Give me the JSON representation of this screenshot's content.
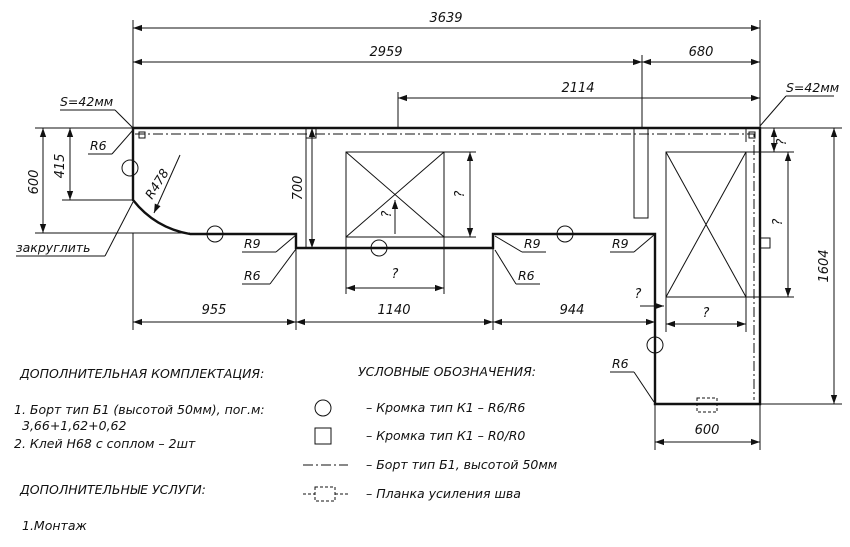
{
  "dims": {
    "total_width": "3639",
    "left_width": "2959",
    "right_width": "680",
    "seam_length": "2114",
    "depth_left": "600",
    "depth_corner": "415",
    "depth_mid": "700",
    "depth_right": "1604",
    "bottom_left": "955",
    "bottom_mid": "1140",
    "bottom_right": "944",
    "bottom_leg": "600",
    "unknown": "?"
  },
  "thickness": {
    "left": "S=42мм",
    "right": "S=42мм"
  },
  "radii": {
    "r6": "R6",
    "r478": "R478",
    "r9": "R9"
  },
  "callouts": {
    "round": "закруглить"
  },
  "extras": {
    "heading": "ДОПОЛНИТЕЛЬНАЯ КОМПЛЕКТАЦИЯ:",
    "item1_line1": "1. Борт тип Б1 (высотой 50мм), пог.м:",
    "item1_line2": "3,66+1,62+0,62",
    "item2": "2. Клей Н68 с соплом – 2шт"
  },
  "services": {
    "heading": "ДОПОЛНИТЕЛЬНЫЕ УСЛУГИ:",
    "item1": "1.Монтаж"
  },
  "legend": {
    "heading": "УСЛОВНЫЕ ОБОЗНАЧЕНИЯ:",
    "circle": "– Кромка тип К1 – R6/R6",
    "square": "– Кромка тип К1 – R0/R0",
    "dashline": "– Борт тип Б1, высотой 50мм",
    "plank": "– Планка усиления шва"
  }
}
